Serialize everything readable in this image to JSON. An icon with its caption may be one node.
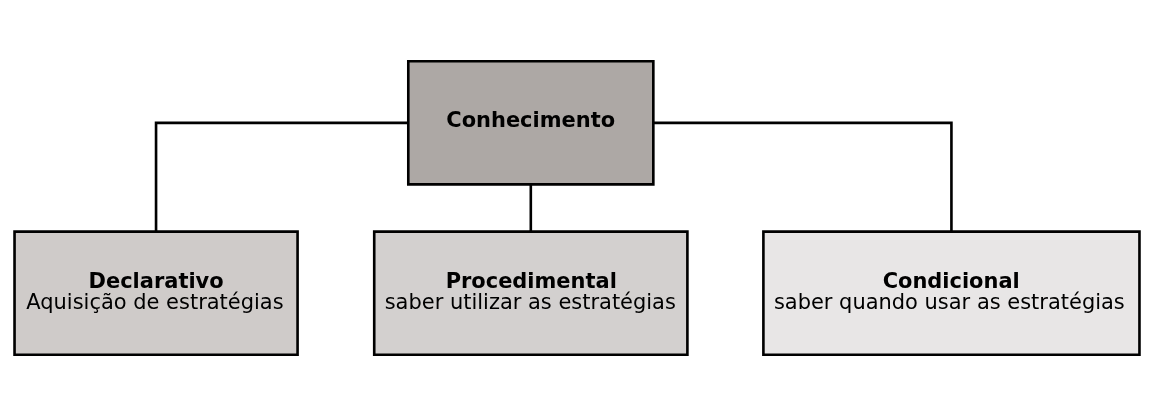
{
  "diagram": {
    "nodes": [
      {
        "text": [
          "Conhecimento"
        ]
      },
      {
        "text": [
          "Declarativo",
          "Aquisição de estratégias"
        ]
      },
      {
        "text": [
          "Procedimental",
          "saber utilizar as estratégias"
        ]
      },
      {
        "text": [
          "Condicional",
          "saber quando usar as estratégias"
        ]
      }
    ],
    "edges": [
      {
        "from": 0,
        "to": 1,
        "arrow": "none"
      },
      {
        "from": 0,
        "to": 2,
        "arrow": "none"
      },
      {
        "from": 0,
        "to": 3,
        "arrow": "none"
      }
    ]
  }
}
